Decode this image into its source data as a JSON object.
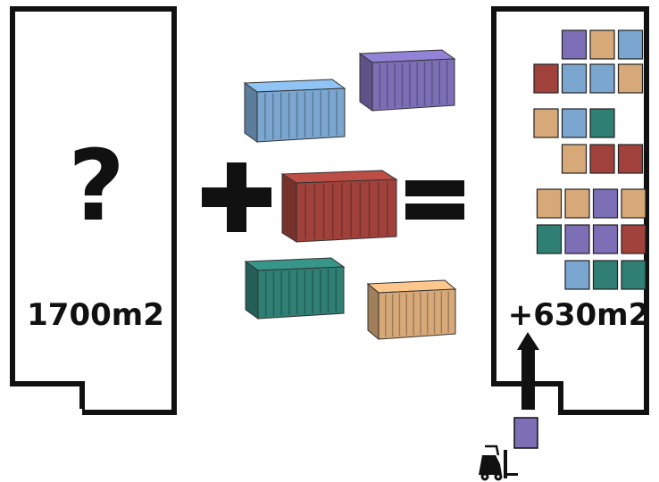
{
  "left_room": {
    "question_mark": "?",
    "area_label": "1700m2"
  },
  "right_room": {
    "area_label": "+630m2"
  },
  "operators": {
    "plus": "+",
    "equals": "="
  },
  "palette": {
    "blue": "#7aa6cf",
    "purple": "#7c6fb6",
    "red": "#a0423b",
    "teal": "#2f7f74",
    "tan": "#d7a978",
    "outline": "#111111",
    "background": "#ffffff"
  },
  "containers": [
    {
      "name": "container-blue",
      "color_key": "blue"
    },
    {
      "name": "container-purple",
      "color_key": "purple"
    },
    {
      "name": "container-red",
      "color_key": "red"
    },
    {
      "name": "container-teal",
      "color_key": "teal"
    },
    {
      "name": "container-tan",
      "color_key": "tan"
    }
  ],
  "grid_rows": [
    [
      "",
      "purple",
      "tan",
      "blue"
    ],
    [
      "red",
      "blue",
      "blue",
      "tan"
    ],
    [
      "tan",
      "blue",
      "teal",
      ""
    ],
    [
      "",
      "tan",
      "red",
      "red"
    ],
    [
      "",
      "tan",
      "tan",
      "purple",
      "tan"
    ],
    [
      "",
      "teal",
      "purple",
      "purple",
      "red"
    ],
    [
      "",
      "",
      "blue",
      "teal",
      "teal"
    ]
  ],
  "forklift": {
    "icon": "forklift-icon",
    "carried_color_key": "purple"
  }
}
